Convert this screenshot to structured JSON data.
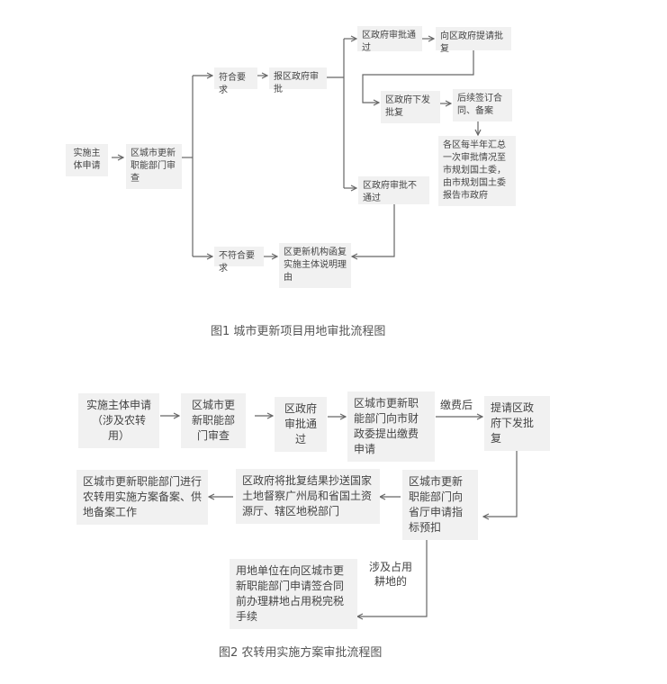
{
  "figure1": {
    "caption": "图1  城市更新项目用地审批流程图",
    "nodes": {
      "apply": "实施主体申请",
      "review": "区城市更新职能部门审查",
      "meets": "符合要求",
      "report": "报区政府审批",
      "approved": "区政府审批通过",
      "request": "向区政府提请批复",
      "issue": "区政府下发批复",
      "contract": "后续签订合同、备案",
      "summary": "各区每半年汇总一次审批情况至市规划国土委，由市规划国土委报告市政府",
      "rejected": "区政府审批不通过",
      "not_meets": "不符合要求",
      "reply": "区更新机构函复实施主体说明理由"
    }
  },
  "figure2": {
    "caption": "图2  农转用实施方案审批流程图",
    "nodes": {
      "apply": "实施主体申请（涉及农转用）",
      "review": "区城市更新职能部门审查",
      "approved": "区政府审批通过",
      "fee": "区城市更新职能部门向市财政委提出缴费申请",
      "request": "提请区政府下发批复",
      "quota": "区城市更新职能部门向省厅申请指标预扣",
      "copy": "区政府将批复结果抄送国家土地督察广州局和省国土资源厅、辖区地税部门",
      "filing": "区城市更新职能部门进行农转用实施方案备案、供地备案工作",
      "tax": "用地单位在向区城市更新职能部门申请签合同前办理耕地占用税完税手续"
    },
    "labels": {
      "after_fee": "缴费后",
      "farmland": "涉及占用耕地的"
    }
  }
}
